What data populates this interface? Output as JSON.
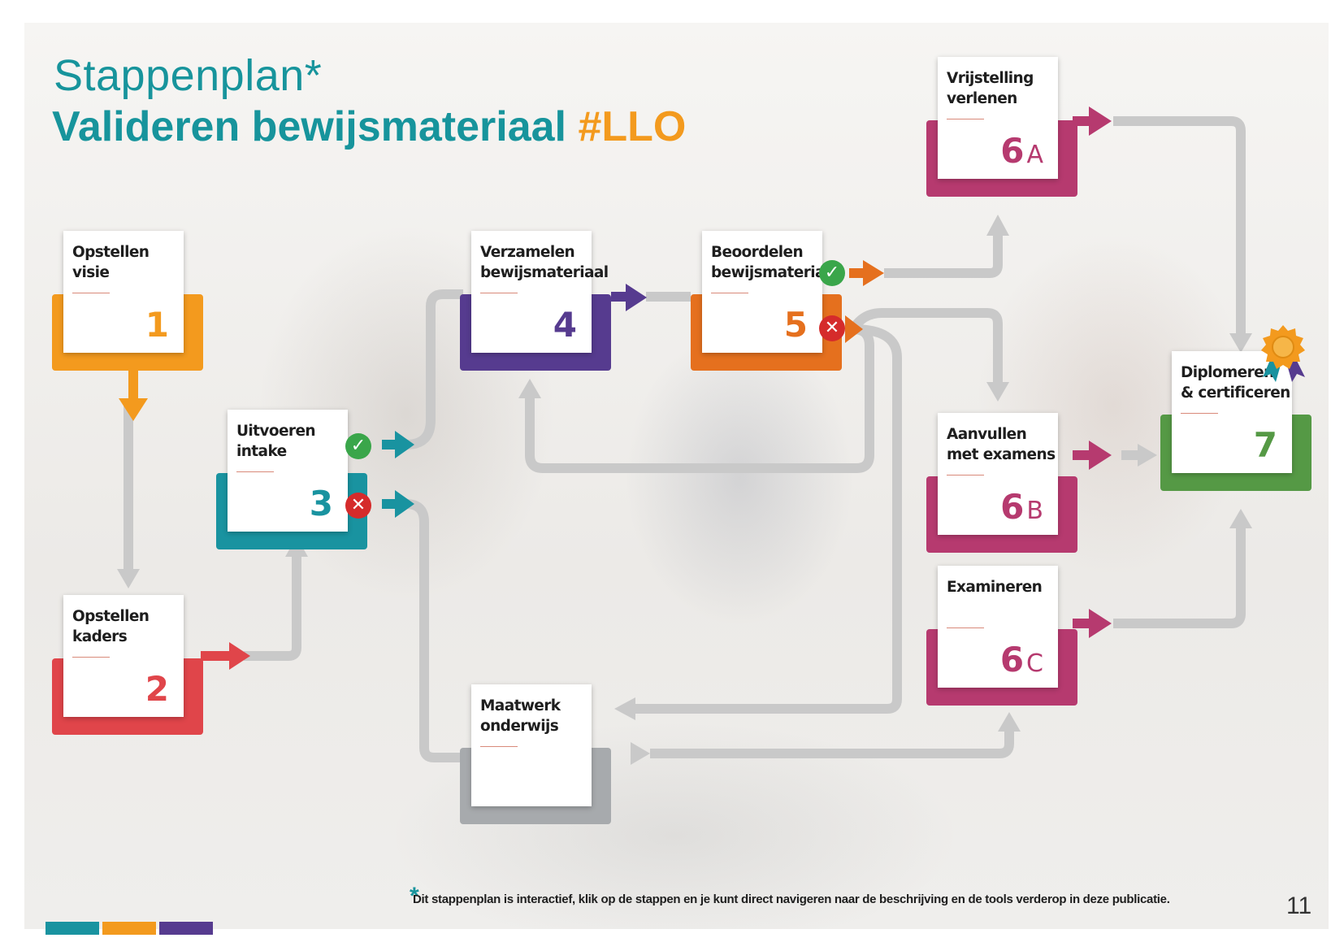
{
  "header": {
    "title_line1": "Stappenplan*",
    "title_line2_main": "Valideren bewijsmateriaal",
    "title_line2_tag": "#LLO"
  },
  "steps": [
    {
      "id": "1",
      "label": "Opstellen\nvisie",
      "number": "1",
      "suffix": "",
      "color": "#f39a1e"
    },
    {
      "id": "2",
      "label": "Opstellen\nkaders",
      "number": "2",
      "suffix": "",
      "color": "#e0454a"
    },
    {
      "id": "3",
      "label": "Uitvoeren\nintake",
      "number": "3",
      "suffix": "",
      "color": "#1993a0"
    },
    {
      "id": "4",
      "label": "Verzamelen\nbewijsmateriaal",
      "number": "4",
      "suffix": "",
      "color": "#563b8f"
    },
    {
      "id": "5",
      "label": "Beoordelen\nbewijsmateriaal",
      "number": "5",
      "suffix": "",
      "color": "#e5701e"
    },
    {
      "id": "6a",
      "label": "Vrijstelling\nverlenen",
      "number": "6",
      "suffix": "A",
      "color": "#b63a6f"
    },
    {
      "id": "6b",
      "label": "Aanvullen\nmet examens",
      "number": "6",
      "suffix": "B",
      "color": "#b63a6f"
    },
    {
      "id": "6c",
      "label": "Examineren",
      "number": "6",
      "suffix": "C",
      "color": "#b63a6f"
    },
    {
      "id": "7",
      "label": "Diplomeren\n& certificeren",
      "number": "7",
      "suffix": "",
      "color": "#559945"
    },
    {
      "id": "m",
      "label": "Maatwerk\nonderwijs",
      "number": "",
      "suffix": "",
      "color": "#a7aaad"
    }
  ],
  "badges": {
    "approved": "✓",
    "rejected": "✕"
  },
  "icons": {
    "award": "award-icon",
    "approved": "check-icon",
    "rejected": "cross-icon"
  },
  "footer": {
    "star": "*",
    "footnote": "Dit stappenplan is interactief, klik op de stappen en je kunt direct navigeren naar de beschrijving en de tools verderop in deze publicatie.",
    "page_number": "11"
  },
  "colors": {
    "teal": "#17949c",
    "orange": "#f39a1e",
    "connector": "#c9c9c9",
    "strip": [
      "#1993a0",
      "#f39a1e",
      "#563b8f"
    ]
  }
}
